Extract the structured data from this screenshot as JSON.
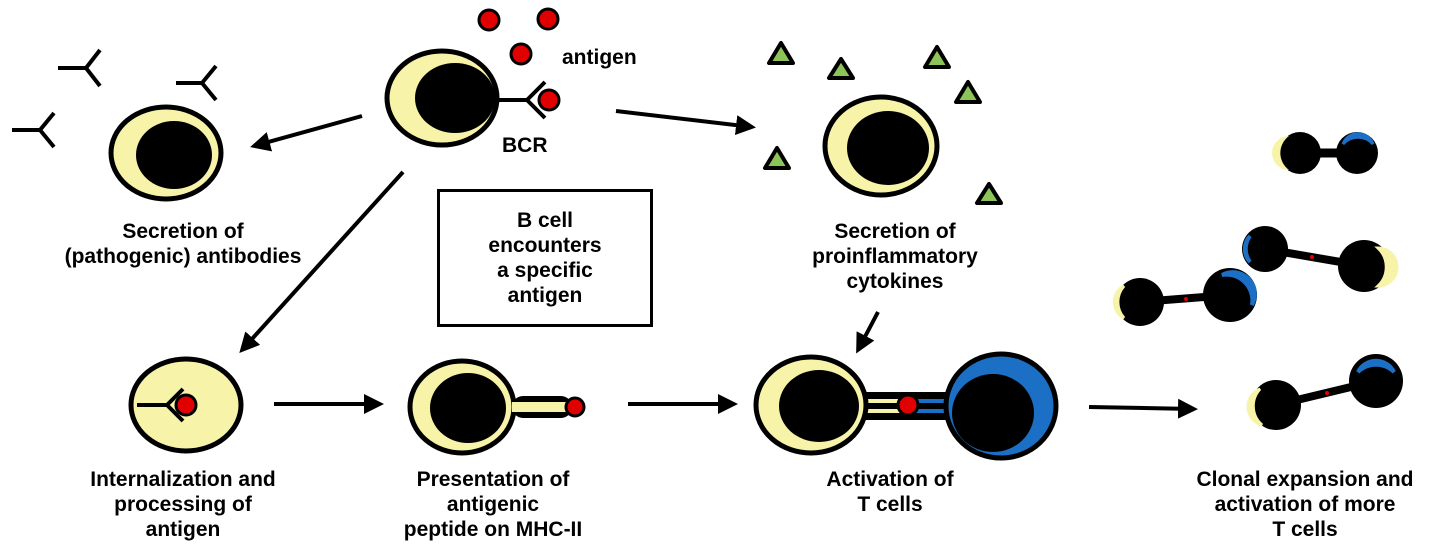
{
  "colors": {
    "cell_cytoplasm": "#f7f3a8",
    "nucleus": "#000000",
    "t_cell": "#1b6fc4",
    "antigen": "#e00000",
    "cytokine": "#8cc45a"
  },
  "labels": {
    "antigen": "antigen",
    "bcr": "BCR",
    "center_box": [
      "B cell",
      "encounters",
      "a specific",
      "antigen"
    ],
    "secretion_antibodies": [
      "Secretion of",
      "(pathogenic) antibodies"
    ],
    "secretion_cytokines": [
      "Secretion of",
      "proinflammatory",
      "cytokines"
    ],
    "internalization": [
      "Internalization and",
      "processing of",
      "antigen"
    ],
    "presentation": [
      "Presentation of",
      "antigenic",
      "peptide on MHC-II"
    ],
    "activation": [
      "Activation of",
      "T cells"
    ],
    "clonal": [
      "Clonal expansion and",
      "activation of more",
      "T cells"
    ]
  }
}
